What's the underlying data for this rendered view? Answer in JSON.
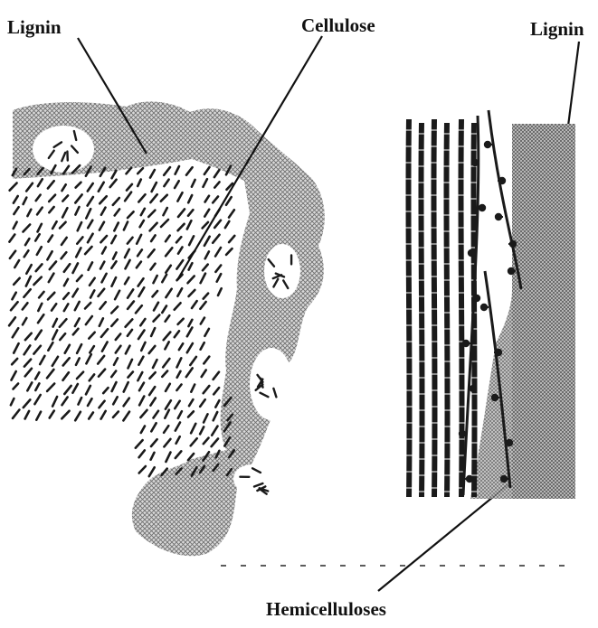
{
  "labels": {
    "lignin_left": "Lignin",
    "cellulose": "Cellulose",
    "lignin_right": "Lignin",
    "hemicelluloses": "Hemicelluloses"
  },
  "colors": {
    "ink": "#111111",
    "lignin_hatch": "#8a8a8a",
    "cellulose_mark": "#1a1a1a",
    "background": "#ffffff"
  }
}
